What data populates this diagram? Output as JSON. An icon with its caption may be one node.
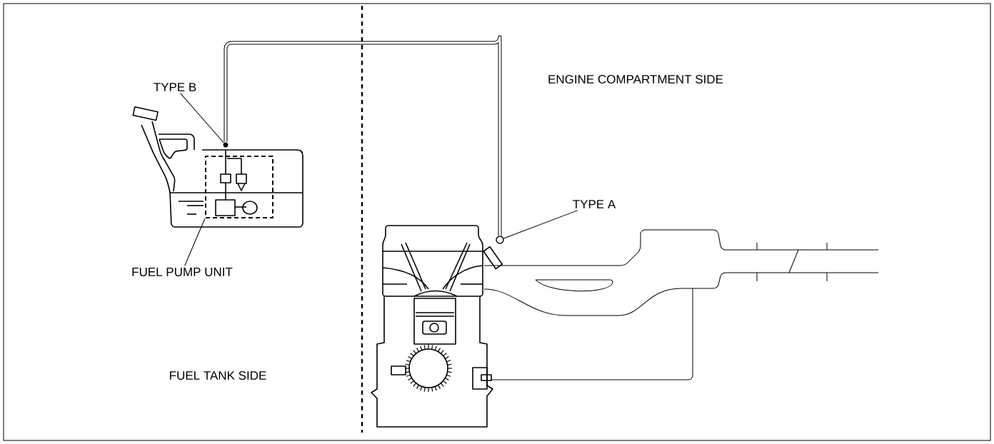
{
  "diagram": {
    "nodes": [
      {
        "text": [
          "TYPE B"
        ]
      },
      {
        "text": [],
        "shape": "circle"
      },
      {
        "text": [
          "FUEL PUMP UNIT"
        ]
      },
      {
        "text": [],
        "shape": "box"
      },
      {
        "text": [
          "TYPE A"
        ]
      },
      {
        "text": [],
        "shape": "circle"
      }
    ],
    "edges": [
      {
        "from": 0,
        "to": 1,
        "arrow": "none"
      },
      {
        "from": 2,
        "to": 3,
        "arrow": "none"
      },
      {
        "from": 4,
        "to": 5,
        "arrow": "none"
      },
      {
        "from": 1,
        "to": 5,
        "arrow": "none",
        "style": "thick"
      }
    ],
    "labels": [
      "ENGINE COMPARTMENT SIDE",
      "FUEL TANK SIDE"
    ]
  }
}
